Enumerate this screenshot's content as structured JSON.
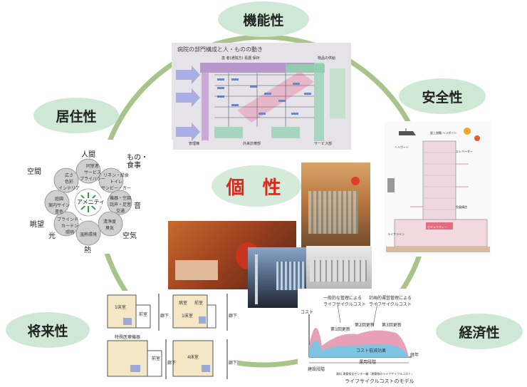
{
  "labels": {
    "center": "個 性",
    "top": "機能性",
    "upper_left": "居住性",
    "upper_right": "安全性",
    "lower_left": "将来性",
    "lower_right": "経済性"
  },
  "functional_panel": {
    "title": "病院の部門構成と人・ものの動き",
    "subtitle": "患 者(通院方) 看護 保存",
    "right_header": "物品の供給",
    "bottom_labels": [
      "管理棟",
      "外来診療部",
      "サービス部"
    ]
  },
  "residential_panel": {
    "top": "人間",
    "top_right": "もの・\n食事",
    "left_upper": "空間",
    "right": "音",
    "left_middle": "眺望",
    "right_lower": "空気",
    "bottom_left": "光",
    "bottom": "熱",
    "center": "アメニティ",
    "petals": [
      "同室者\nサービス\nプライバシー",
      "リネン・給食\nトイレ\nサンビー・ガー",
      "機器・空調\n話声・足音\n交通",
      "清浄度\n臭気",
      "温熱環境",
      "ブラインド・\nカーテン\n照明",
      "庭園\n案内サイン\n書色",
      "広さ\n色彩\nインテリア"
    ]
  },
  "safety_panel": {
    "label_a": "屋上避難:ヘリポート",
    "label_b": "エレベーター",
    "label_c": "ヘリポート",
    "label_d": "免震構造",
    "label_e": "ライフライン",
    "label_f": "セキュリティー"
  },
  "future_panel": {
    "room_labels": [
      "1床室",
      "前室",
      "前室",
      "病室",
      "1床室",
      "前室",
      "4床室"
    ],
    "corridor": "廊下",
    "caption": "特殊医療機器"
  },
  "economic_panel": {
    "y_axis": "コスト",
    "x_axis": "経年",
    "annotation_left": "一般的な管理による\nライフサイクルコスト",
    "annotation_right": "計画的運営管理による\nライフサイクルコスト",
    "updates": [
      "第1回更新",
      "第2回更新",
      "第3回更新"
    ],
    "reduction": "コスト低減効果",
    "phase_build": "建設段階",
    "phase_operate": "運用段階",
    "source": "資料 建築保全センター編「建築物のライフサイクルコスト」",
    "caption": "ライフサイクルコストのモデル"
  },
  "colors": {
    "ring": "#a9c48a",
    "pill": "#cfe8d6",
    "center_text": "#e0281e",
    "economic_fill": "#e8a0b8",
    "economic_base": "#7fc4e0"
  }
}
